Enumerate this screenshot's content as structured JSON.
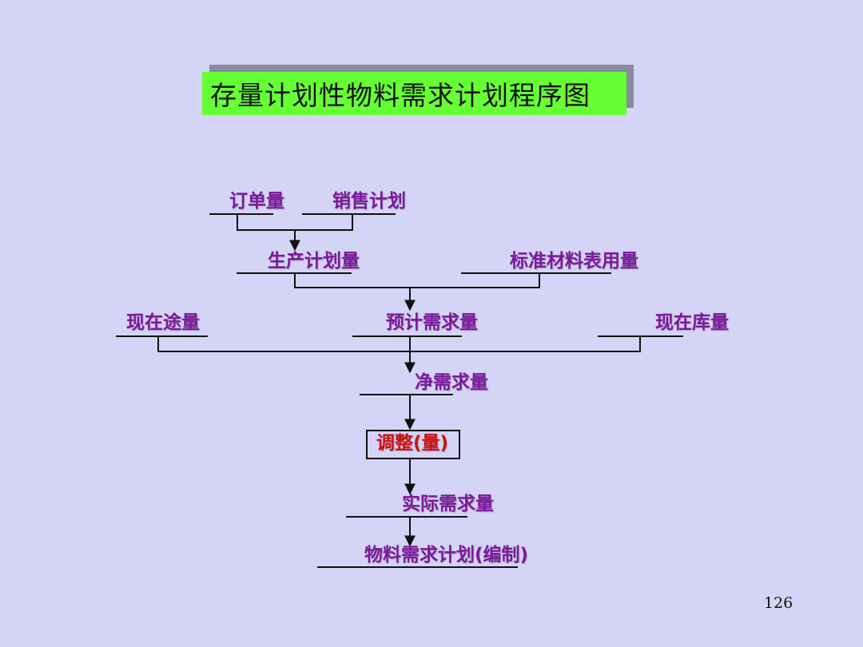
{
  "title": "存量计划性物料需求计划程序图",
  "nodes": {
    "order_qty": "订单量",
    "sales_plan": "销售计划",
    "production_plan_qty": "生产计划量",
    "standard_bom_qty": "标准材料表用量",
    "in_transit_qty": "现在途量",
    "projected_demand_qty": "预计需求量",
    "on_hand_qty": "现在库量",
    "net_demand_qty": "净需求量",
    "adjustment_qty": "调整(量)",
    "actual_demand_qty": "实际需求量",
    "mrp_compile": "物料需求计划(编制)"
  },
  "colors": {
    "background": "#d4d4f6",
    "title_bg": "#66ff33",
    "node_text": "#7a1a9a",
    "adjust_text": "#cc1111",
    "lines": "#111111"
  },
  "page_number": "126"
}
